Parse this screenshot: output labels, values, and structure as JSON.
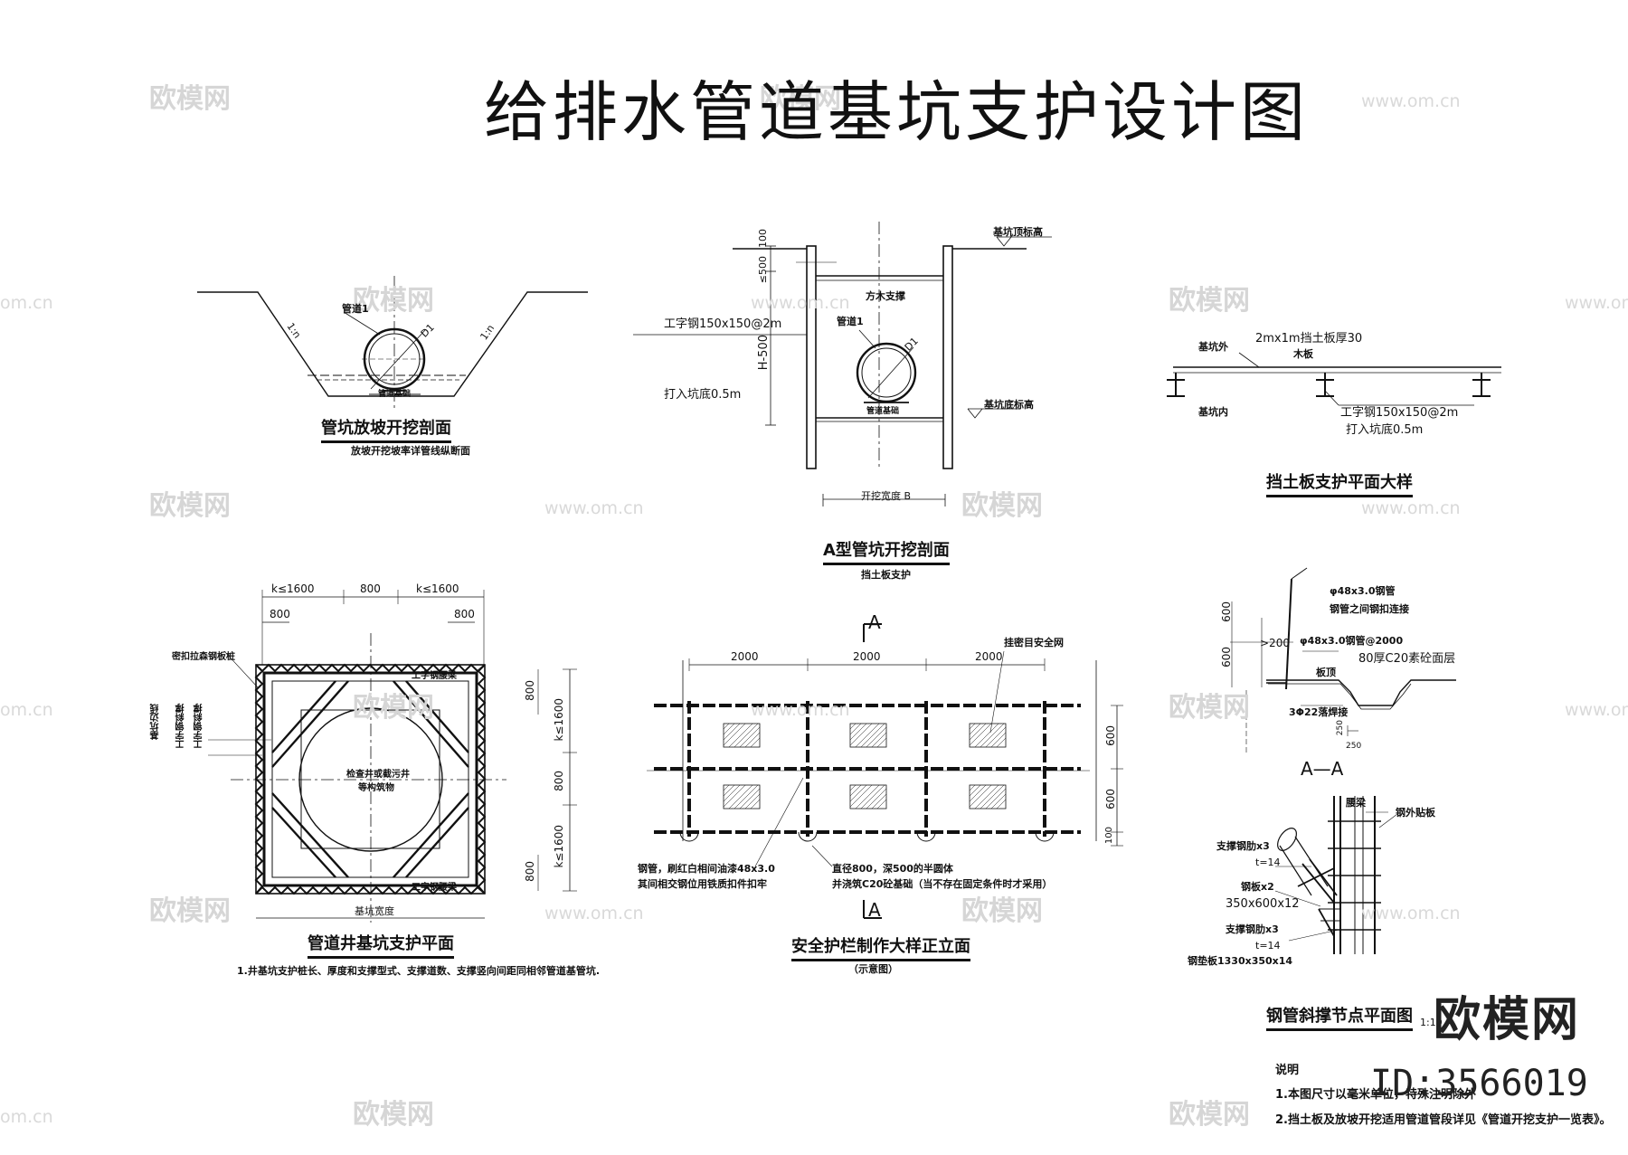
{
  "title": "给排水管道基坑支护设计图",
  "watermarks": {
    "site_cn": "欧模网",
    "site_url": "www.om.cn",
    "site_url_partial": "om.cn"
  },
  "fig_slope": {
    "caption": "管坑放坡开挖剖面",
    "subcaption": "放坡开挖坡率详管线纵断面",
    "slope_left": "1:n",
    "slope_right": "1:n",
    "pipe_label": "管道1",
    "diameter": "D1",
    "base_label": "管道基础"
  },
  "fig_a": {
    "caption": "A型管坑开挖剖面",
    "subcaption": "挡土板支护",
    "top_elev": "基坑顶标高",
    "bottom_elev": "基坑底标高",
    "strut": "方木支撑",
    "pipe_label": "管道1",
    "diameter": "D1",
    "base_label": "管道基础",
    "steel": "工字钢150x150@2m",
    "embed": "打入坑底0.5m",
    "depth": "H-500",
    "dim_top": "≤500",
    "dim_top2": "100",
    "width": "开挖宽度 B"
  },
  "fig_board": {
    "caption": "挡土板支护平面大样",
    "outer": "基坑外",
    "inner": "基坑内",
    "board": "2mx1m挡土板厚30",
    "wood": "木板",
    "steel": "工字钢150x150@2m",
    "embed": "打入坑底0.5m"
  },
  "fig_plan": {
    "caption": "管道井基坑支护平面",
    "note": "1.井基坑支护桩长、厚度和支撑型式、支撑道数、支撑竖向间距同相邻管道基管坑.",
    "dims_top": [
      "k≤1600",
      "800",
      "k≤1600"
    ],
    "dims_top2": [
      "800",
      "800"
    ],
    "dims_right": [
      "800",
      "k≤1600",
      "800",
      "k≤1600",
      "800"
    ],
    "pile": "密扣拉森钢板桩",
    "waler_top": "工字钢腰梁",
    "waler_bottom": "工字钢腰梁",
    "side_labels": [
      "基坑边线",
      "工字钢斜撑",
      "工字钢斜撑"
    ],
    "center": [
      "检查井或截污井",
      "等构筑物"
    ],
    "width": "基坑宽度"
  },
  "fig_rail": {
    "caption": "安全护栏制作大样正立面",
    "subcaption": "（示意图）",
    "section_mark": "A",
    "dims_top": [
      "2000",
      "2000",
      "2000"
    ],
    "dims_right": [
      "600",
      "600",
      "100"
    ],
    "net": "挂密目安全网",
    "note1": "钢管，刷红白相间油漆48x3.0",
    "note1b": "其间相交钢位用铁质扣件扣牢",
    "note2": "直径800，深500的半圆体",
    "note2b": "并浇筑C20砼基础（当不存在固定条件时才采用）"
  },
  "fig_aa": {
    "title": "A—A",
    "pipe1": "φ48x3.0钢管",
    "pipe1b": "钢管之间钢扣连接",
    "pipe2": "φ48x3.0钢管@2000",
    "concrete": "80厚C20素砼面层",
    "slab": "板顶",
    "rebar": "3Φ22落焊接",
    "dims": [
      "600",
      "600",
      ">200",
      "250",
      "250"
    ]
  },
  "fig_node": {
    "caption": "钢管斜撑节点平面图",
    "scale": "1:10",
    "waler": "腰梁",
    "plate": "钢外贴板",
    "rib1": "支撑钢肋x3",
    "t1": "t=14",
    "plate2": "钢板x2",
    "plate2_size": "350x600x12",
    "rib2": "支撑钢肋x3",
    "t2": "t=14",
    "base": "钢垫板1330x350x14"
  },
  "notes": {
    "head": "说明",
    "items": [
      "1.本图尺寸以毫米单位，特殊注明除外",
      "2.挡土板及放坡开挖适用管道管段详见《管道开挖支护一览表》。"
    ]
  },
  "brand": {
    "name": "欧模网",
    "id": "ID:3566019"
  }
}
